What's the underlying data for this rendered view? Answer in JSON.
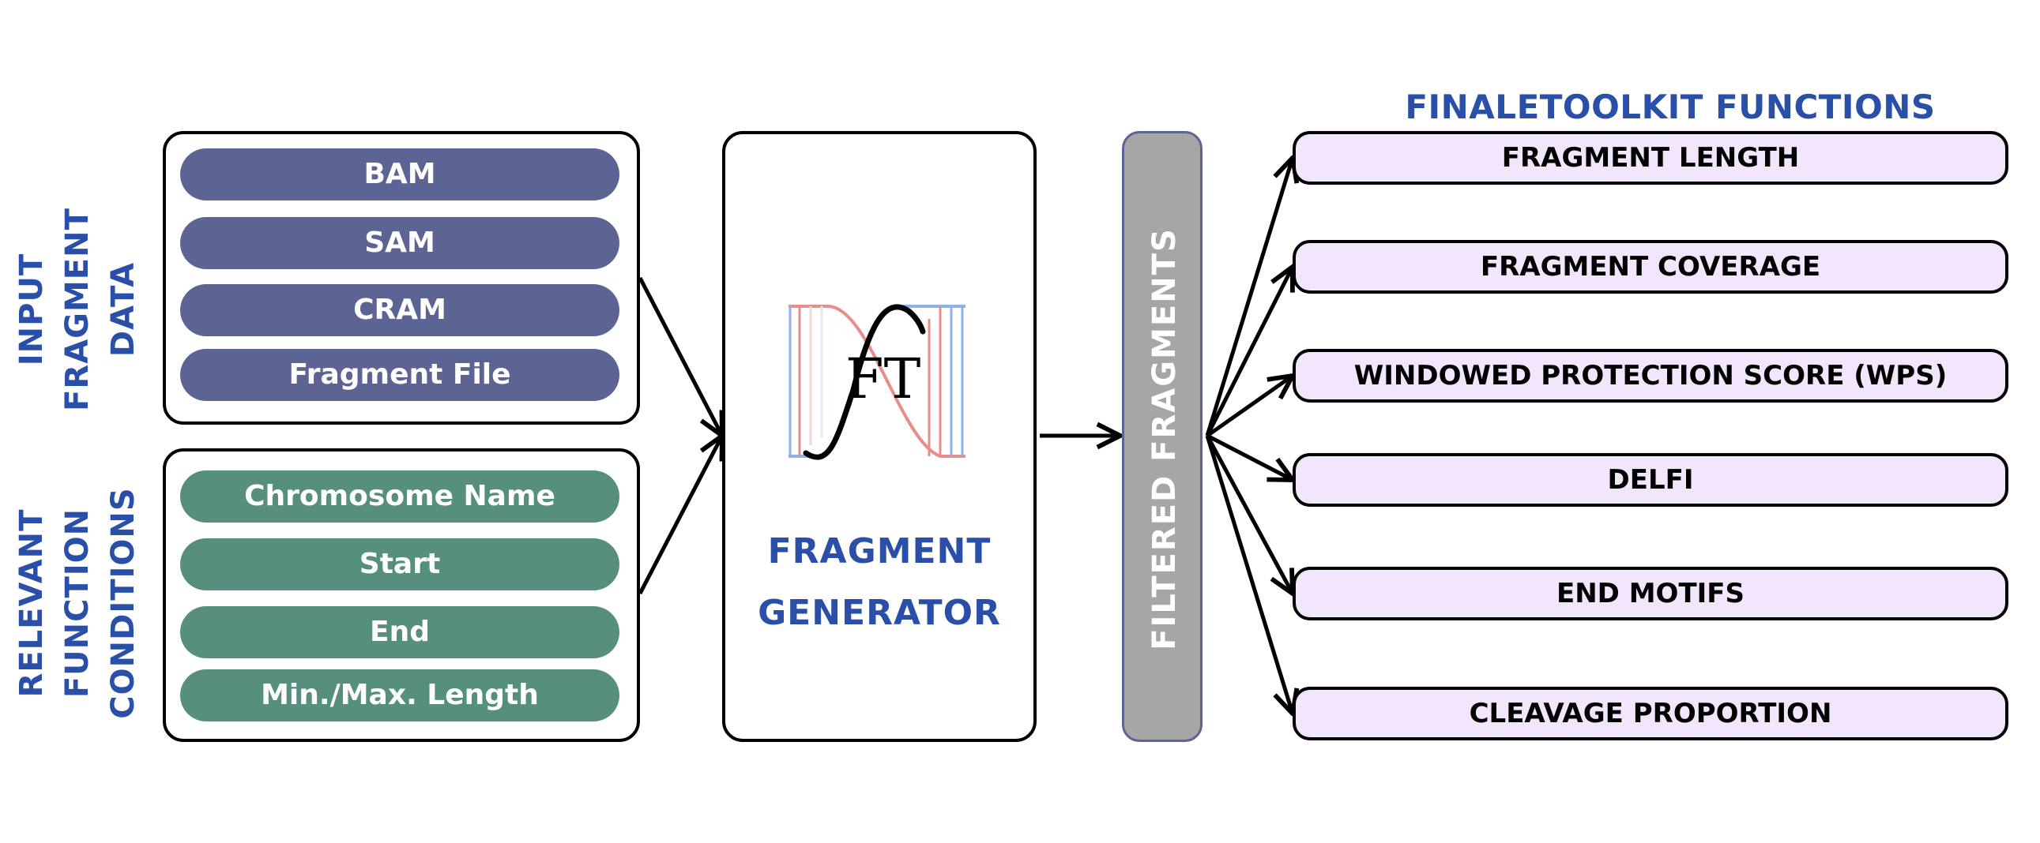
{
  "input_group": {
    "label": "INPUT\nFRAGMENT\nDATA",
    "items": [
      "BAM",
      "SAM",
      "CRAM",
      "Fragment File"
    ]
  },
  "conditions_group": {
    "label": "RELEVANT\nFUNCTION\nCONDITIONS",
    "items": [
      "Chromosome Name",
      "Start",
      "End",
      "Min./Max. Length"
    ]
  },
  "generator": {
    "logo_text": "FT",
    "label": "FRAGMENT\nGENERATOR"
  },
  "filtered": {
    "label": "FILTERED FRAGMENTS"
  },
  "functions": {
    "title": "FINALETOOLKIT FUNCTIONS",
    "items": [
      "FRAGMENT LENGTH",
      "FRAGMENT COVERAGE",
      "WINDOWED PROTECTION SCORE (WPS)",
      "DELFI",
      "END MOTIFS",
      "CLEAVAGE PROPORTION"
    ]
  },
  "colors": {
    "accent_blue": "#2a4fa8",
    "input_pill": "#5c6494",
    "condition_pill": "#578f7f",
    "filtered_bar": "#a6a6a6",
    "function_box": "#f1e6fb"
  }
}
